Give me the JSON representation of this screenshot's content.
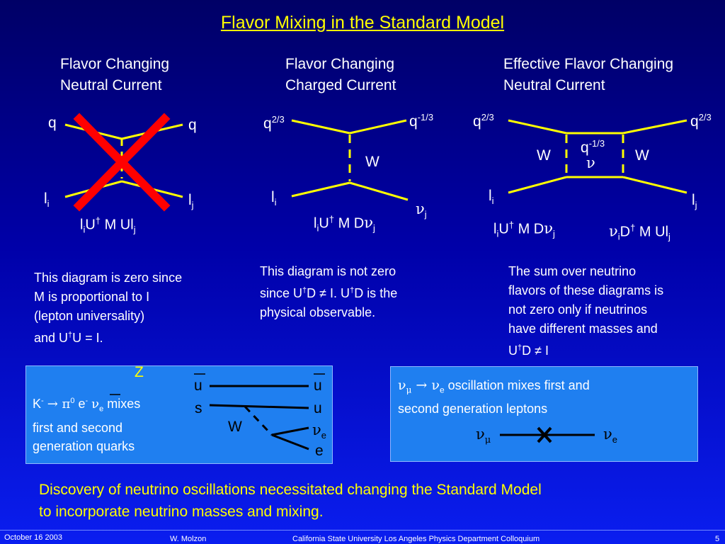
{
  "slide": {
    "title": "Flavor Mixing in the Standard Model",
    "page_number": "5"
  },
  "columns": [
    {
      "heading_line1": "Flavor Changing",
      "heading_line2": "Neutral Current",
      "labels": {
        "top_left": "q",
        "top_right": "q",
        "bot_left": "l",
        "bot_left_sub": "i",
        "bot_right": "l",
        "bot_right_sub": "j"
      },
      "formula": {
        "a": "l",
        "a_sub": "i",
        "b": "U",
        "b_sup": "†",
        "c": " M Ul",
        "c_sub": "j"
      },
      "note_lines": [
        "This diagram is zero since",
        "M is proportional to I",
        "(lepton universality)"
      ],
      "note_last": {
        "pre": "and U",
        "sup": "†",
        "post": "U = I."
      }
    },
    {
      "heading_line1": "Flavor Changing",
      "heading_line2": "Charged Current",
      "labels": {
        "top_left": "q",
        "top_left_sup": "2/3",
        "top_right": "q",
        "top_right_sup": "-1/3",
        "w": "W",
        "bot_left": "l",
        "bot_left_sub": "i",
        "bot_right_sub": "j"
      },
      "formula": {
        "a": "l",
        "a_sub": "i",
        "b": "U",
        "b_sup": "†",
        "c": " M D",
        "c_sub": "j"
      },
      "note_line1": "This diagram is not zero",
      "note_line2": {
        "pre": "since U",
        "sup": "†",
        "mid": "D ",
        "neq": "≠",
        "post1": " I. U",
        "sup2": "†",
        "post2": "D is the"
      },
      "note_line3": "physical observable."
    },
    {
      "heading_line1": "Effective Flavor Changing",
      "heading_line2": "Neutral Current",
      "labels": {
        "top_left": "q",
        "top_left_sup": "2/3",
        "top_right": "q",
        "top_right_sup": "2/3",
        "mid": "q",
        "mid_sup": "-1/3",
        "w_left": "W",
        "w_right": "W",
        "bot_left": "l",
        "bot_left_sub": "i",
        "bot_right": "l",
        "bot_right_sub": "j"
      },
      "formula_left": {
        "a": "l",
        "a_sub": "i",
        "b": "U",
        "b_sup": "†",
        "c": " M D",
        "c_sub": "j"
      },
      "formula_right": {
        "a_sub": "i",
        "b": "D",
        "b_sup": "†",
        "c": " M Ul",
        "c_sub": "j"
      },
      "note_lines": [
        "The sum over neutrino",
        "flavors of these diagrams is",
        "not zero only if neutrinos",
        "have different masses and"
      ],
      "note_last": {
        "pre": "U",
        "sup": "†",
        "mid": "D ",
        "neq": "≠",
        "post": " I"
      }
    }
  ],
  "box_left": {
    "z_label": "Z",
    "w_label": "W",
    "particles": {
      "u_bar_left": "u",
      "s": "s",
      "u_bar_right": "u",
      "u": "u",
      "e": "e",
      "nu_sub": "e"
    },
    "kaon": {
      "k": "K",
      "k_sup": "-",
      "pi_sup": "0",
      "e": " e",
      "e_sup": "-",
      "nu_sub": "e"
    },
    "text_mixes": " mixes",
    "text_line2": "first and second",
    "text_line3": "generation quarks"
  },
  "box_right": {
    "nu_mu_sub": "μ",
    "nu_e_sub": "e",
    "line1_text": " oscillation mixes first and",
    "line2_text": "second generation leptons"
  },
  "bottom_note": {
    "line1": "Discovery of neutrino oscillations necessitated changing the Standard Model",
    "line2": "to incorporate neutrino masses and mixing."
  },
  "footer": {
    "date": "October 16 2003",
    "author": "W. Molzon",
    "venue": "California State University Los Angeles Physics Department  Colloquium"
  },
  "colors": {
    "background_top": "#000066",
    "background_bottom": "#0a1ef0",
    "accent_yellow": "#ffff00",
    "cross_red": "#ff0000",
    "box_fill": "#1f7ff0"
  }
}
